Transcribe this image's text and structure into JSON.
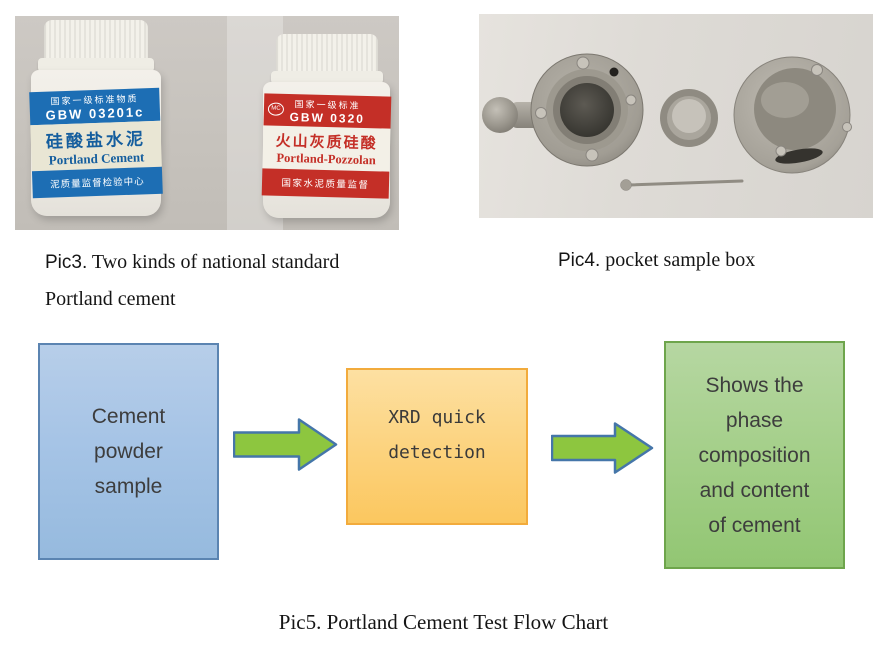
{
  "captions": {
    "pic3_prefix": "Pic3.",
    "pic3_line1": "Two kinds of national standard",
    "pic3_line2": "Portland cement",
    "pic4_prefix": "Pic4.",
    "pic4_rest": "pocket sample box",
    "pic5": "Pic5. Portland Cement Test Flow Chart"
  },
  "photos": {
    "cement_jars": {
      "blue_jar": {
        "band1_line1": "国家一级标准物质",
        "band1_line2": "GBW 03201c",
        "name_cn": "硅酸盐水泥",
        "name_en": "Portland Cement",
        "band3": "泥质量监督检验中心"
      },
      "red_jar": {
        "logo": "MC",
        "band1_line1": "国家一级标准",
        "band1_line2": "GBW 0320",
        "name_cn": "火山灰质硅酸",
        "name_en": "Portland-Pozzolan",
        "band3": "国家水泥质量监督"
      }
    }
  },
  "flowchart": {
    "step1": "Cement\npowder\nsample",
    "step2": "XRD quick\ndetection",
    "step3": "Shows the\nphase\ncomposition\nand content\nof cement",
    "colors": {
      "step1_fill": "#a6c4e6",
      "step1_border": "#5b84b1",
      "step2_fill": "#fcd27c",
      "step2_border": "#f2ab3c",
      "step3_fill": "#a4cf89",
      "step3_border": "#6ea54c",
      "arrow_fill": "#8dc63f",
      "arrow_stroke": "#4576a9"
    }
  }
}
